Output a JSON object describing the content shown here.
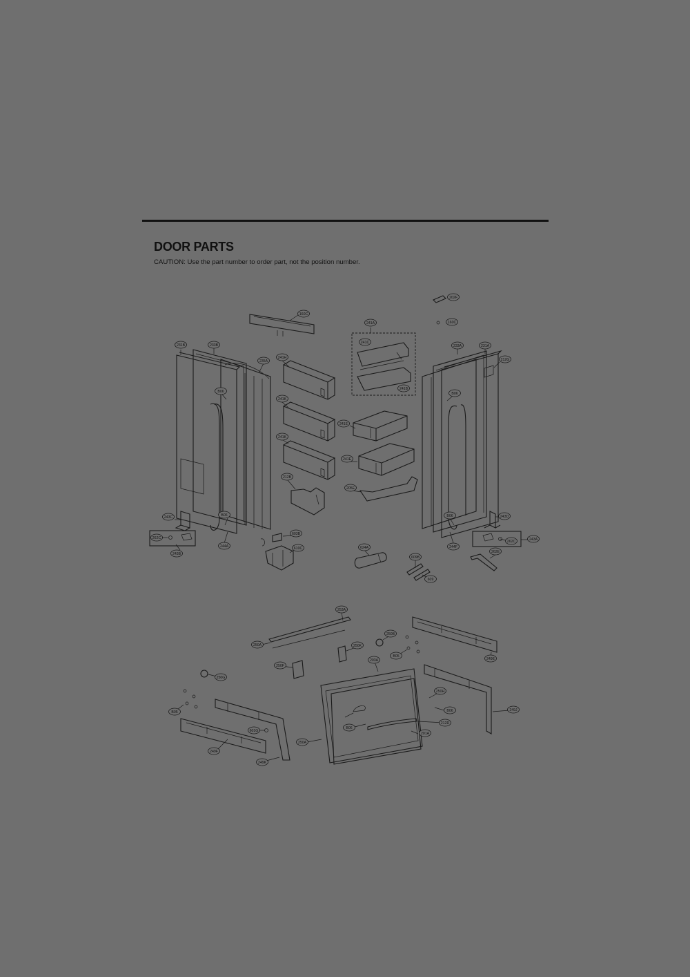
{
  "header": {
    "title": "DOOR PARTS",
    "caution": "CAUTION: Use the part number to order part, not the position number."
  },
  "callouts": [
    "202F",
    "160C",
    "160C",
    "241A",
    "231B",
    "233B",
    "235A",
    "241H",
    "241C",
    "233A",
    "231A",
    "212G",
    "B06",
    "241K",
    "241B",
    "B06",
    "241E",
    "241E",
    "241K",
    "212B",
    "205E",
    "243C",
    "B06",
    "603B",
    "B06",
    "243D",
    "262C",
    "244A",
    "610C",
    "624A",
    "262C",
    "243A",
    "243B",
    "609B",
    "244F",
    "262E",
    "609",
    "253A",
    "250B",
    "250A",
    "250K",
    "B05",
    "249E",
    "250F",
    "250G",
    "203A",
    "250H",
    "B05",
    "B06",
    "249J",
    "212D",
    "601G",
    "201A",
    "250A",
    "249F",
    "249K",
    "B06"
  ]
}
